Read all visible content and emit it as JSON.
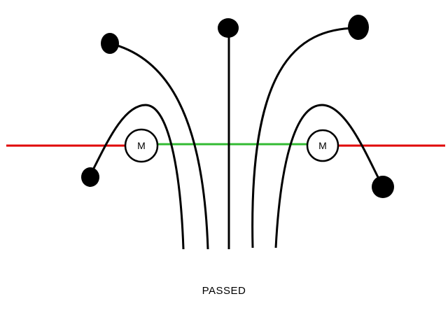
{
  "status": "PASSED",
  "markers": [
    {
      "label": "M"
    },
    {
      "label": "M"
    }
  ],
  "colors": {
    "background": "#ffffff",
    "outer_line": "#e00000",
    "inner_line": "#33bb33",
    "strings": "#000000",
    "balls": "#000000",
    "marker_fill": "#ffffff",
    "marker_stroke": "#000000"
  },
  "strings": [
    {
      "name": "string-far-left"
    },
    {
      "name": "string-mid-left"
    },
    {
      "name": "string-center"
    },
    {
      "name": "string-mid-right"
    },
    {
      "name": "string-far-right"
    }
  ]
}
